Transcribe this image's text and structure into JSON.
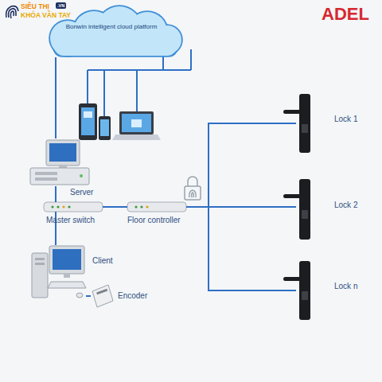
{
  "diagram": {
    "nodes": [
      {
        "text": [
          "Bonwin intelligent cloud platform"
        ]
      },
      {
        "text": [
          "Server"
        ]
      },
      {
        "text": [
          "Master switch"
        ]
      },
      {
        "text": [
          "Floor controller"
        ]
      },
      {
        "text": [
          "Client"
        ]
      },
      {
        "text": [
          "Encoder"
        ]
      },
      {
        "text": [
          "Lock 1"
        ]
      },
      {
        "text": [
          "Lock 2"
        ]
      },
      {
        "text": [
          "Lock n"
        ]
      }
    ],
    "edges": [
      {
        "from": 0,
        "to": 1,
        "arrow": "none"
      },
      {
        "from": 1,
        "to": 2,
        "arrow": "none"
      },
      {
        "from": 2,
        "to": 3,
        "arrow": "none"
      },
      {
        "from": 3,
        "to": 6,
        "arrow": "none"
      },
      {
        "from": 3,
        "to": 7,
        "arrow": "none"
      },
      {
        "from": 3,
        "to": 8,
        "arrow": "none"
      },
      {
        "from": 2,
        "to": 4,
        "arrow": "none"
      },
      {
        "from": 4,
        "to": 5,
        "arrow": "none"
      }
    ],
    "labels": [
      "SIÊU THỊ",
      "KHÓA VÂN TAY",
      ".VN",
      "ADEL"
    ]
  }
}
